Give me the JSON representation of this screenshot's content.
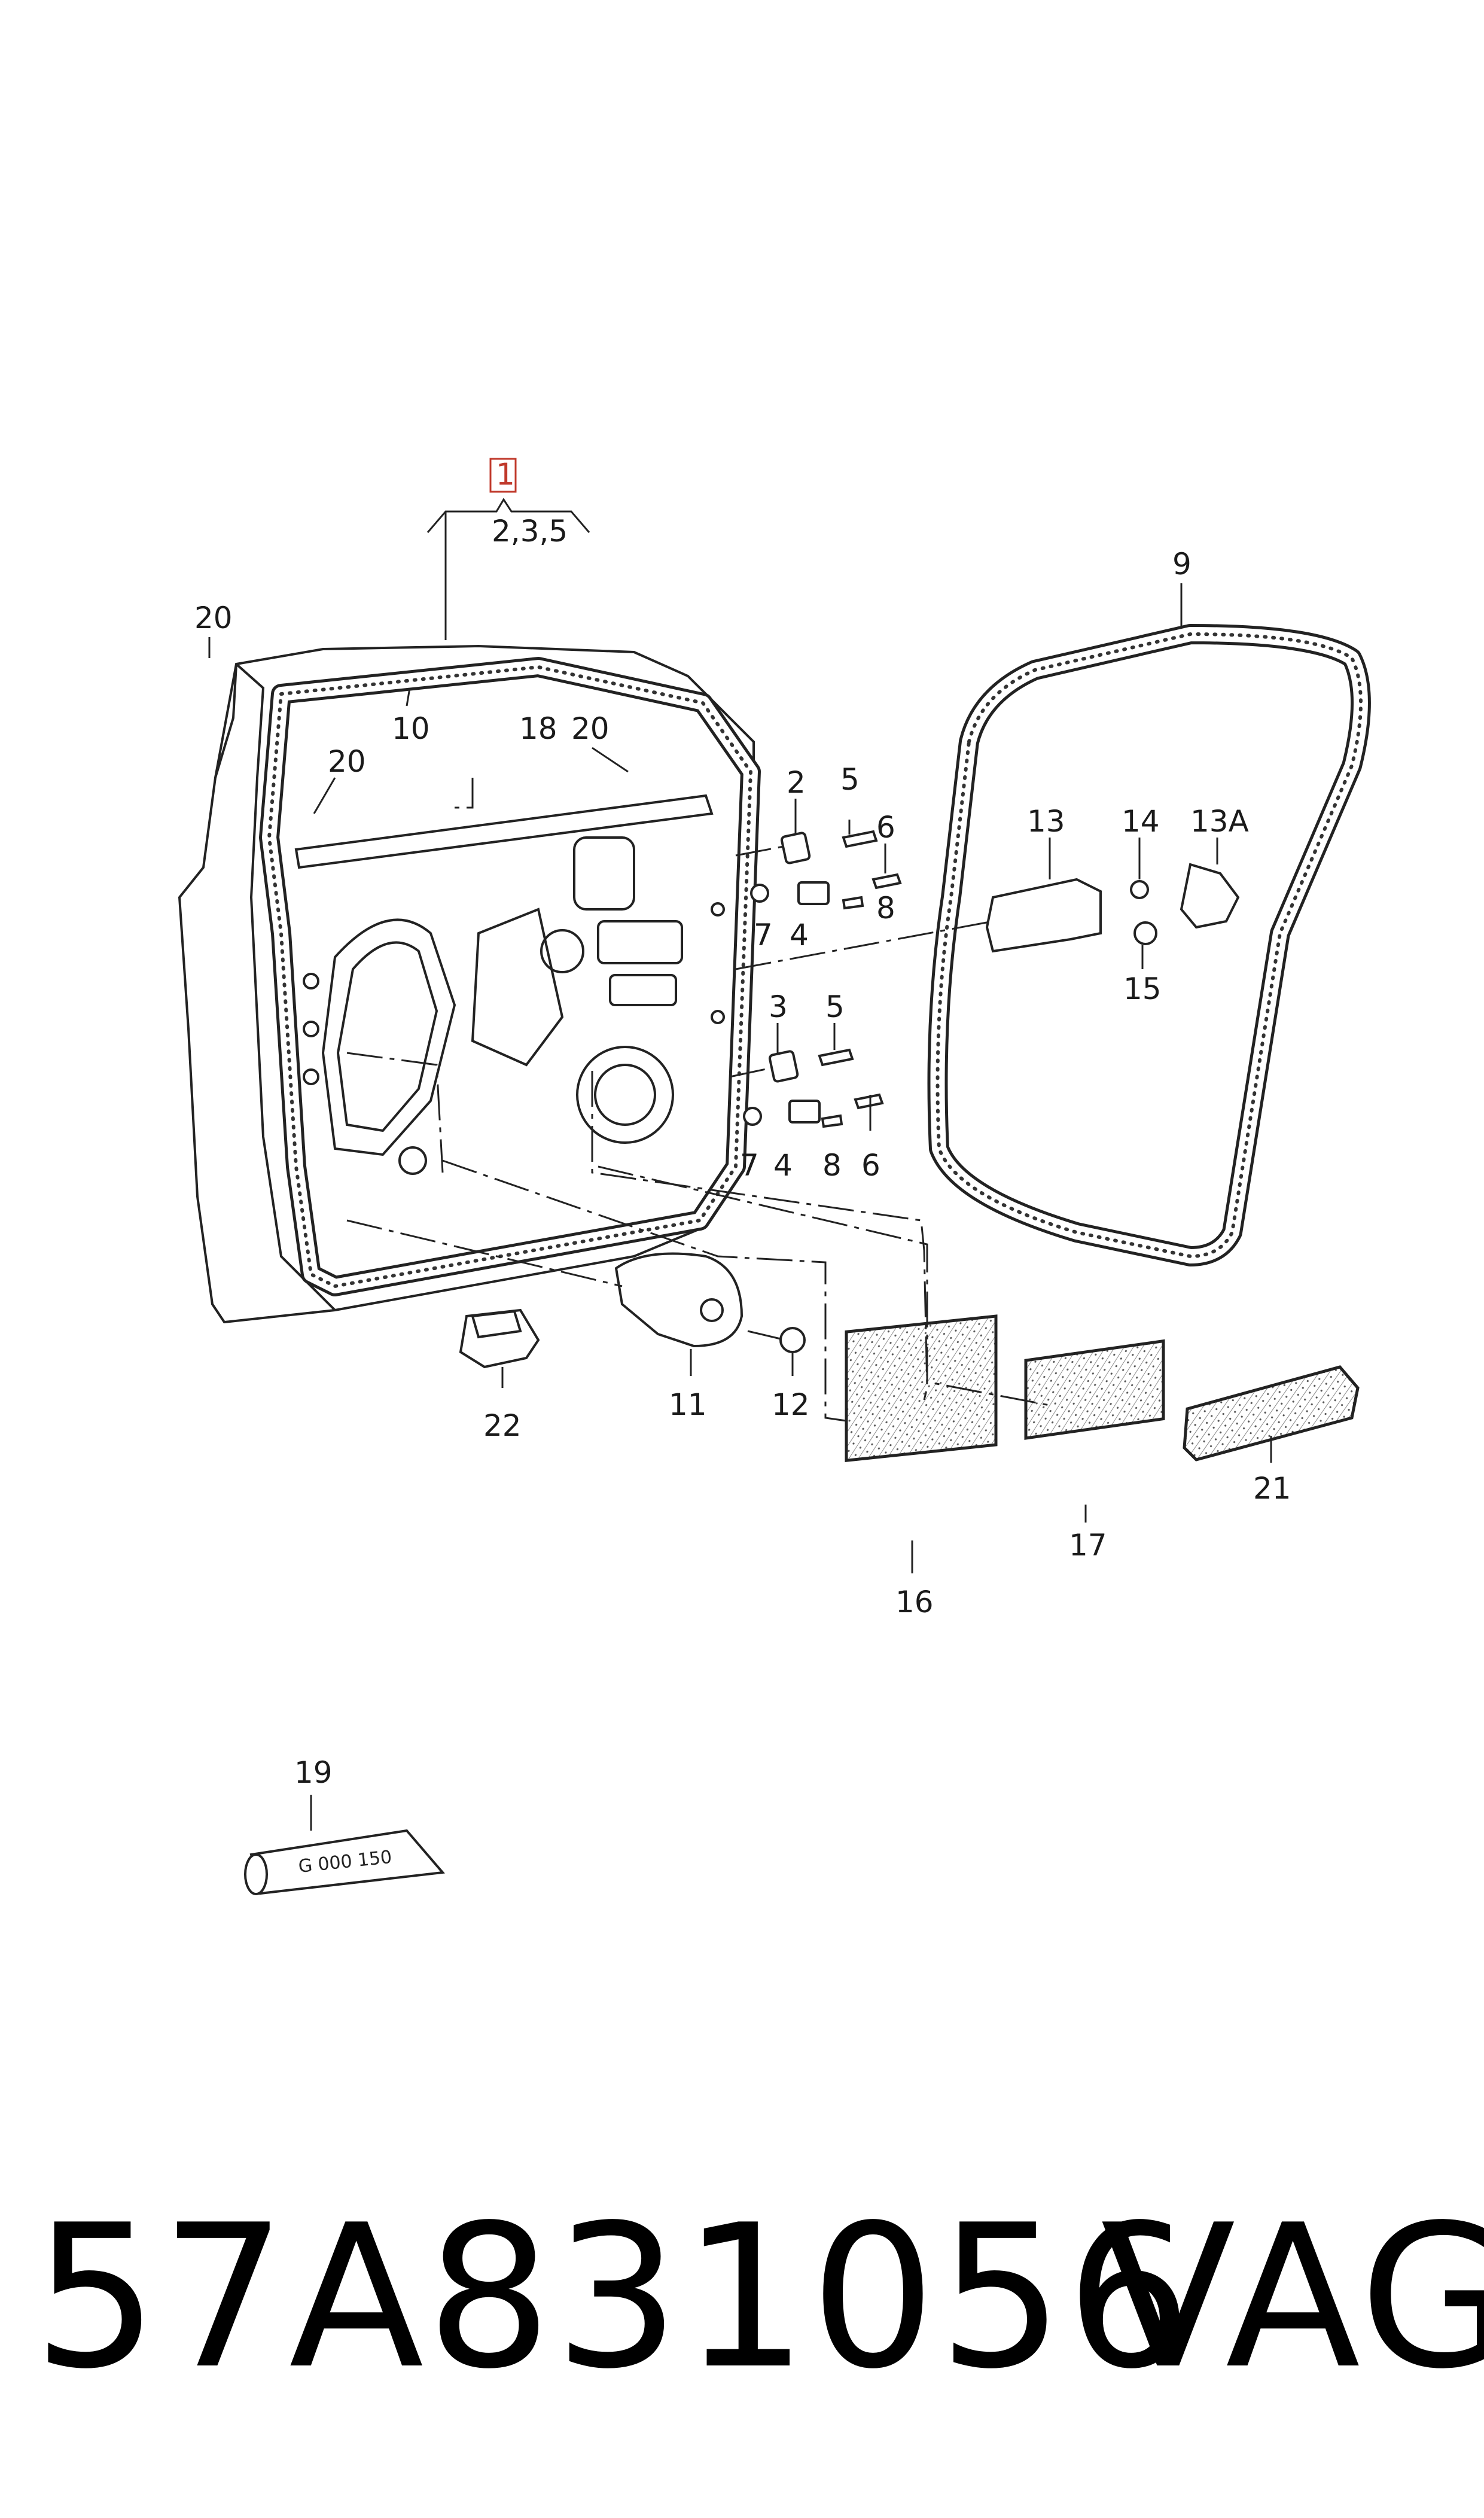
{
  "callouts": {
    "c1": "1",
    "c235": "2,3,5",
    "c9": "9",
    "c10": "10",
    "c18": "18",
    "c20a": "20",
    "c20b": "20",
    "c20c": "20",
    "c2": "2",
    "c5a": "5",
    "c6a": "6",
    "c7a": "7",
    "c4a": "4",
    "c8a": "8",
    "c3": "3",
    "c5b": "5",
    "c7b": "7",
    "c4b": "4",
    "c8b": "8",
    "c6b": "6",
    "c13": "13",
    "c14": "14",
    "c13a": "13A",
    "c15": "15",
    "c11": "11",
    "c12": "12",
    "c22": "22",
    "c16": "16",
    "c17": "17",
    "c21": "21",
    "c19": "19"
  },
  "tube_label": "G 000 150",
  "footer": {
    "part_number": "57A831056",
    "brand": "VAG"
  },
  "colors": {
    "line": "#222222",
    "highlight": "#c0392b",
    "background": "#ffffff"
  }
}
